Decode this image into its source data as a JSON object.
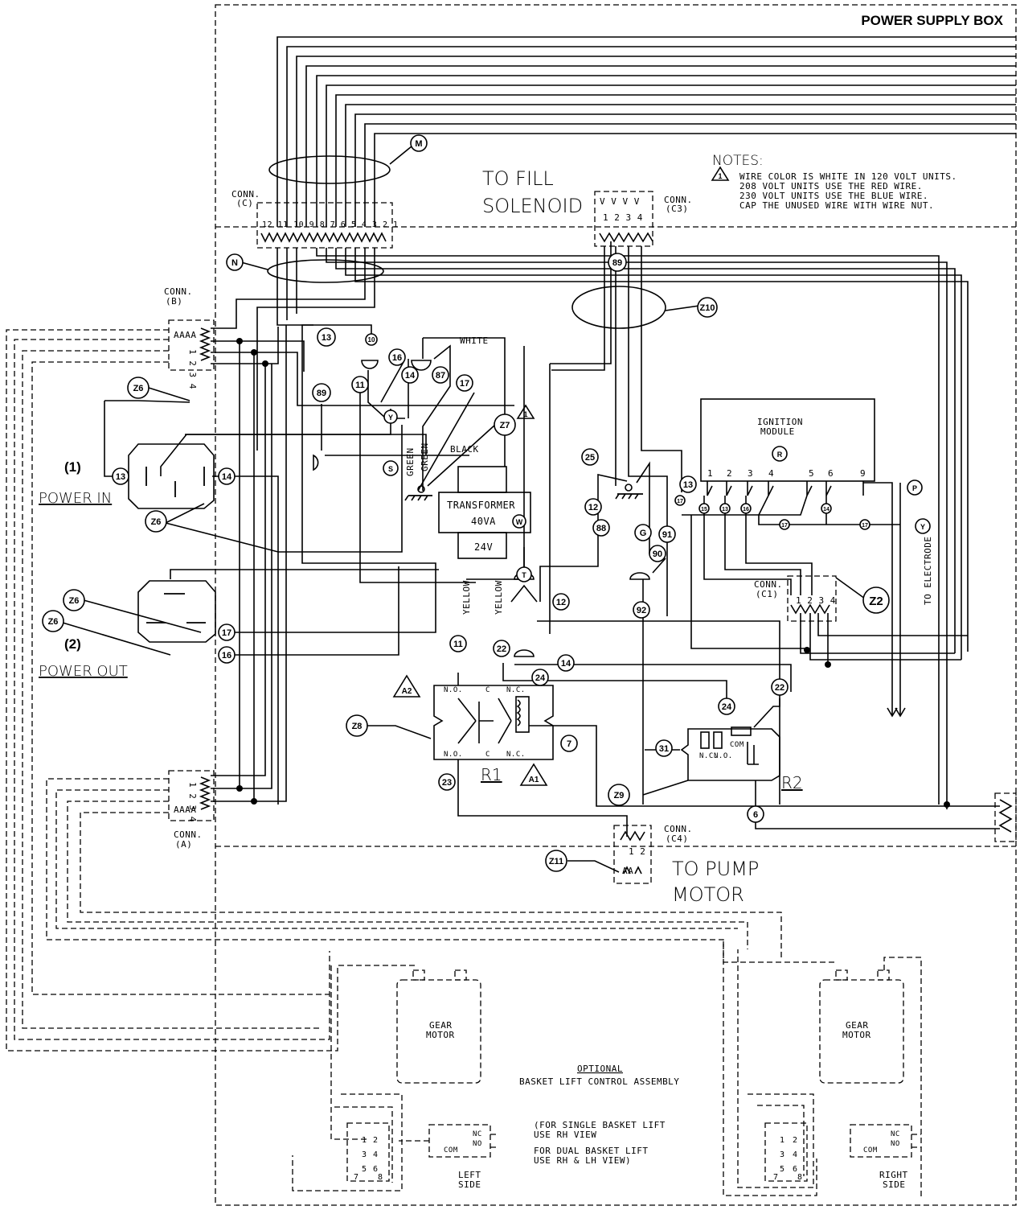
{
  "power_supply_box": "POWER SUPPLY BOX",
  "notes": {
    "title": "NOTES:",
    "marker": "1",
    "lines": [
      "WIRE COLOR IS WHITE IN 120 VOLT UNITS.",
      "208 VOLT UNITS USE THE RED WIRE.",
      "230 VOLT UNITS USE THE BLUE WIRE.",
      "CAP THE UNUSED WIRE WITH WIRE NUT."
    ]
  },
  "to_fill_solenoid": [
    "TO FILL",
    "SOLENOID"
  ],
  "to_pump_motor": [
    "TO PUMP",
    "MOTOR"
  ],
  "to_electrode": "TO ELECTRODE",
  "power_in": {
    "num": "(1)",
    "label": "POWER IN"
  },
  "power_out": {
    "num": "(2)",
    "label": "POWER OUT"
  },
  "connectors": {
    "c": {
      "label": "CONN.",
      "id": "(C)",
      "pins": "12 11 10 9 8 7 6 5 4 3 2 1"
    },
    "c3": {
      "label": "CONN.",
      "id": "(C3)",
      "pins": "1 2 3 4"
    },
    "b": {
      "label": "CONN.",
      "id": "(B)",
      "pins": "1 2 3 4"
    },
    "a": {
      "label": "CONN.",
      "id": "(A)",
      "pins": "1 2 3 4"
    },
    "c1": {
      "label": "CONN.",
      "id": "(C1)",
      "pins": "1 2 3 4"
    },
    "c4": {
      "label": "CONN.",
      "id": "(C4)",
      "pins": "1 2"
    }
  },
  "ignition_module": {
    "title": [
      "IGNITION",
      "MODULE"
    ],
    "tag": "R",
    "terminals": [
      "1",
      "2",
      "3",
      "4",
      "5",
      "6",
      "9"
    ]
  },
  "transformer": {
    "title": "TRANSFORMER",
    "rating": "40VA",
    "tag": "W",
    "secondary": "24V"
  },
  "relay_r1": {
    "name": "R1",
    "contacts_top": [
      "N.O.",
      "C",
      "N.C."
    ],
    "contacts_bottom": [
      "N.O.",
      "C",
      "N.C."
    ]
  },
  "relay_r2": {
    "name": "R2",
    "contacts": [
      "N.C.",
      "N.O.",
      "COM"
    ]
  },
  "wire_colors": {
    "white": "WHITE",
    "black": "BLACK",
    "green": "GREEN",
    "yellow": "YELLOW"
  },
  "wire_numbers": [
    "13",
    "10",
    "16",
    "87",
    "17",
    "89",
    "11",
    "14",
    "Y",
    "12",
    "88",
    "25",
    "G",
    "91",
    "90",
    "92",
    "T",
    "22",
    "24",
    "7",
    "31",
    "6",
    "23",
    "15",
    "S",
    "Z6",
    "Z7",
    "Z8",
    "Z9",
    "Z10",
    "Z11",
    "Z2",
    "M",
    "N",
    "P",
    "A1",
    "A2"
  ],
  "optional": {
    "title": "OPTIONAL",
    "subtitle": "BASKET LIFT CONTROL ASSEMBLY",
    "note": [
      "(FOR SINGLE BASKET LIFT",
      "USE RH VIEW",
      "FOR DUAL BASKET LIFT",
      "USE RH & LH VIEW)"
    ],
    "gear_motor": [
      "GEAR",
      "MOTOR"
    ],
    "left_side": [
      "LEFT",
      "SIDE"
    ],
    "right_side": [
      "RIGHT",
      "SIDE"
    ],
    "switch": {
      "nc": "NC",
      "no": "NO",
      "com": "COM"
    },
    "terminal_pins": [
      "1",
      "2",
      "3",
      "4",
      "5",
      "6",
      "7",
      "8"
    ]
  }
}
